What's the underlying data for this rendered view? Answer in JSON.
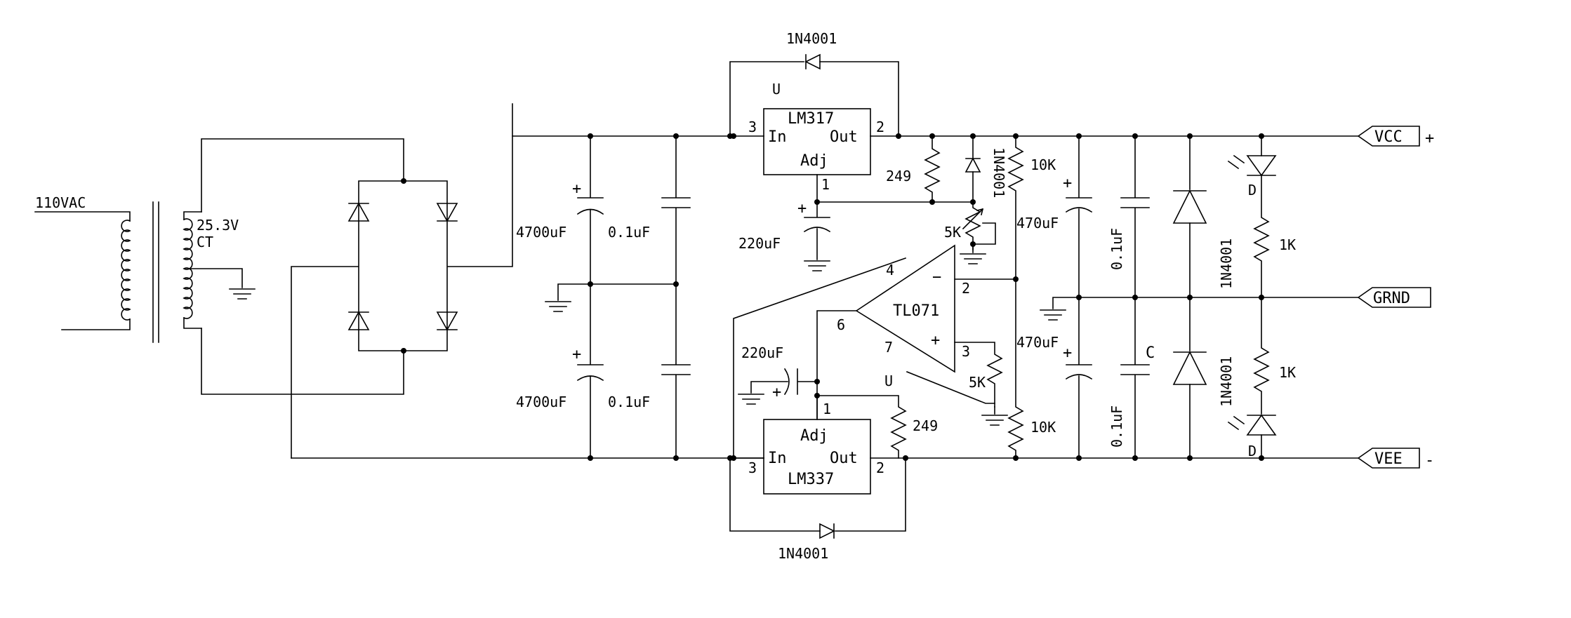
{
  "transformer": {
    "primary": "110VAC",
    "secondary": "25.3V",
    "tap": "CT"
  },
  "supply": {
    "cap_top": "4700uF",
    "cap_bot": "4700uF",
    "decoup_top": "0.1uF",
    "decoup_bot": "0.1uF",
    "plus": "+"
  },
  "pos_reg": {
    "ref": "U",
    "part": "LM317",
    "in": "In",
    "out": "Out",
    "adj": "Adj",
    "pin_in": "3",
    "pin_out": "2",
    "pin_adj": "1",
    "diode": "1N4001",
    "adj_cap": "220uF",
    "r_set": "249",
    "pot": "5K",
    "diode_v": "1N4001"
  },
  "opamp": {
    "part": "TL071",
    "ref": "U",
    "pin4": "4",
    "pin2": "2",
    "pin6": "6",
    "pin7": "7",
    "pin3": "3",
    "minus": "−",
    "plus": "+",
    "pot": "5K"
  },
  "neg_reg": {
    "part": "LM337",
    "in": "In",
    "out": "Out",
    "adj": "Adj",
    "pin_in": "3",
    "pin_out": "2",
    "pin_adj": "1",
    "diode": "1N4001",
    "adj_cap": "220uF",
    "r_set": "249"
  },
  "divider": {
    "r_top": "10K",
    "r_bot": "10K"
  },
  "output": {
    "cap_top": "470uF",
    "cap_bot": "470uF",
    "c_top": "0.1uF",
    "c_bot": "0.1uF",
    "c_label": "C",
    "diode_top": "1N4001",
    "diode_bot": "1N4001",
    "led_label": "D",
    "r_led_top": "1K",
    "r_led_bot": "1K"
  },
  "ports": {
    "vcc": "VCC",
    "grnd": "GRND",
    "vee": "VEE",
    "vcc_sign": "+",
    "vee_sign": "-"
  }
}
